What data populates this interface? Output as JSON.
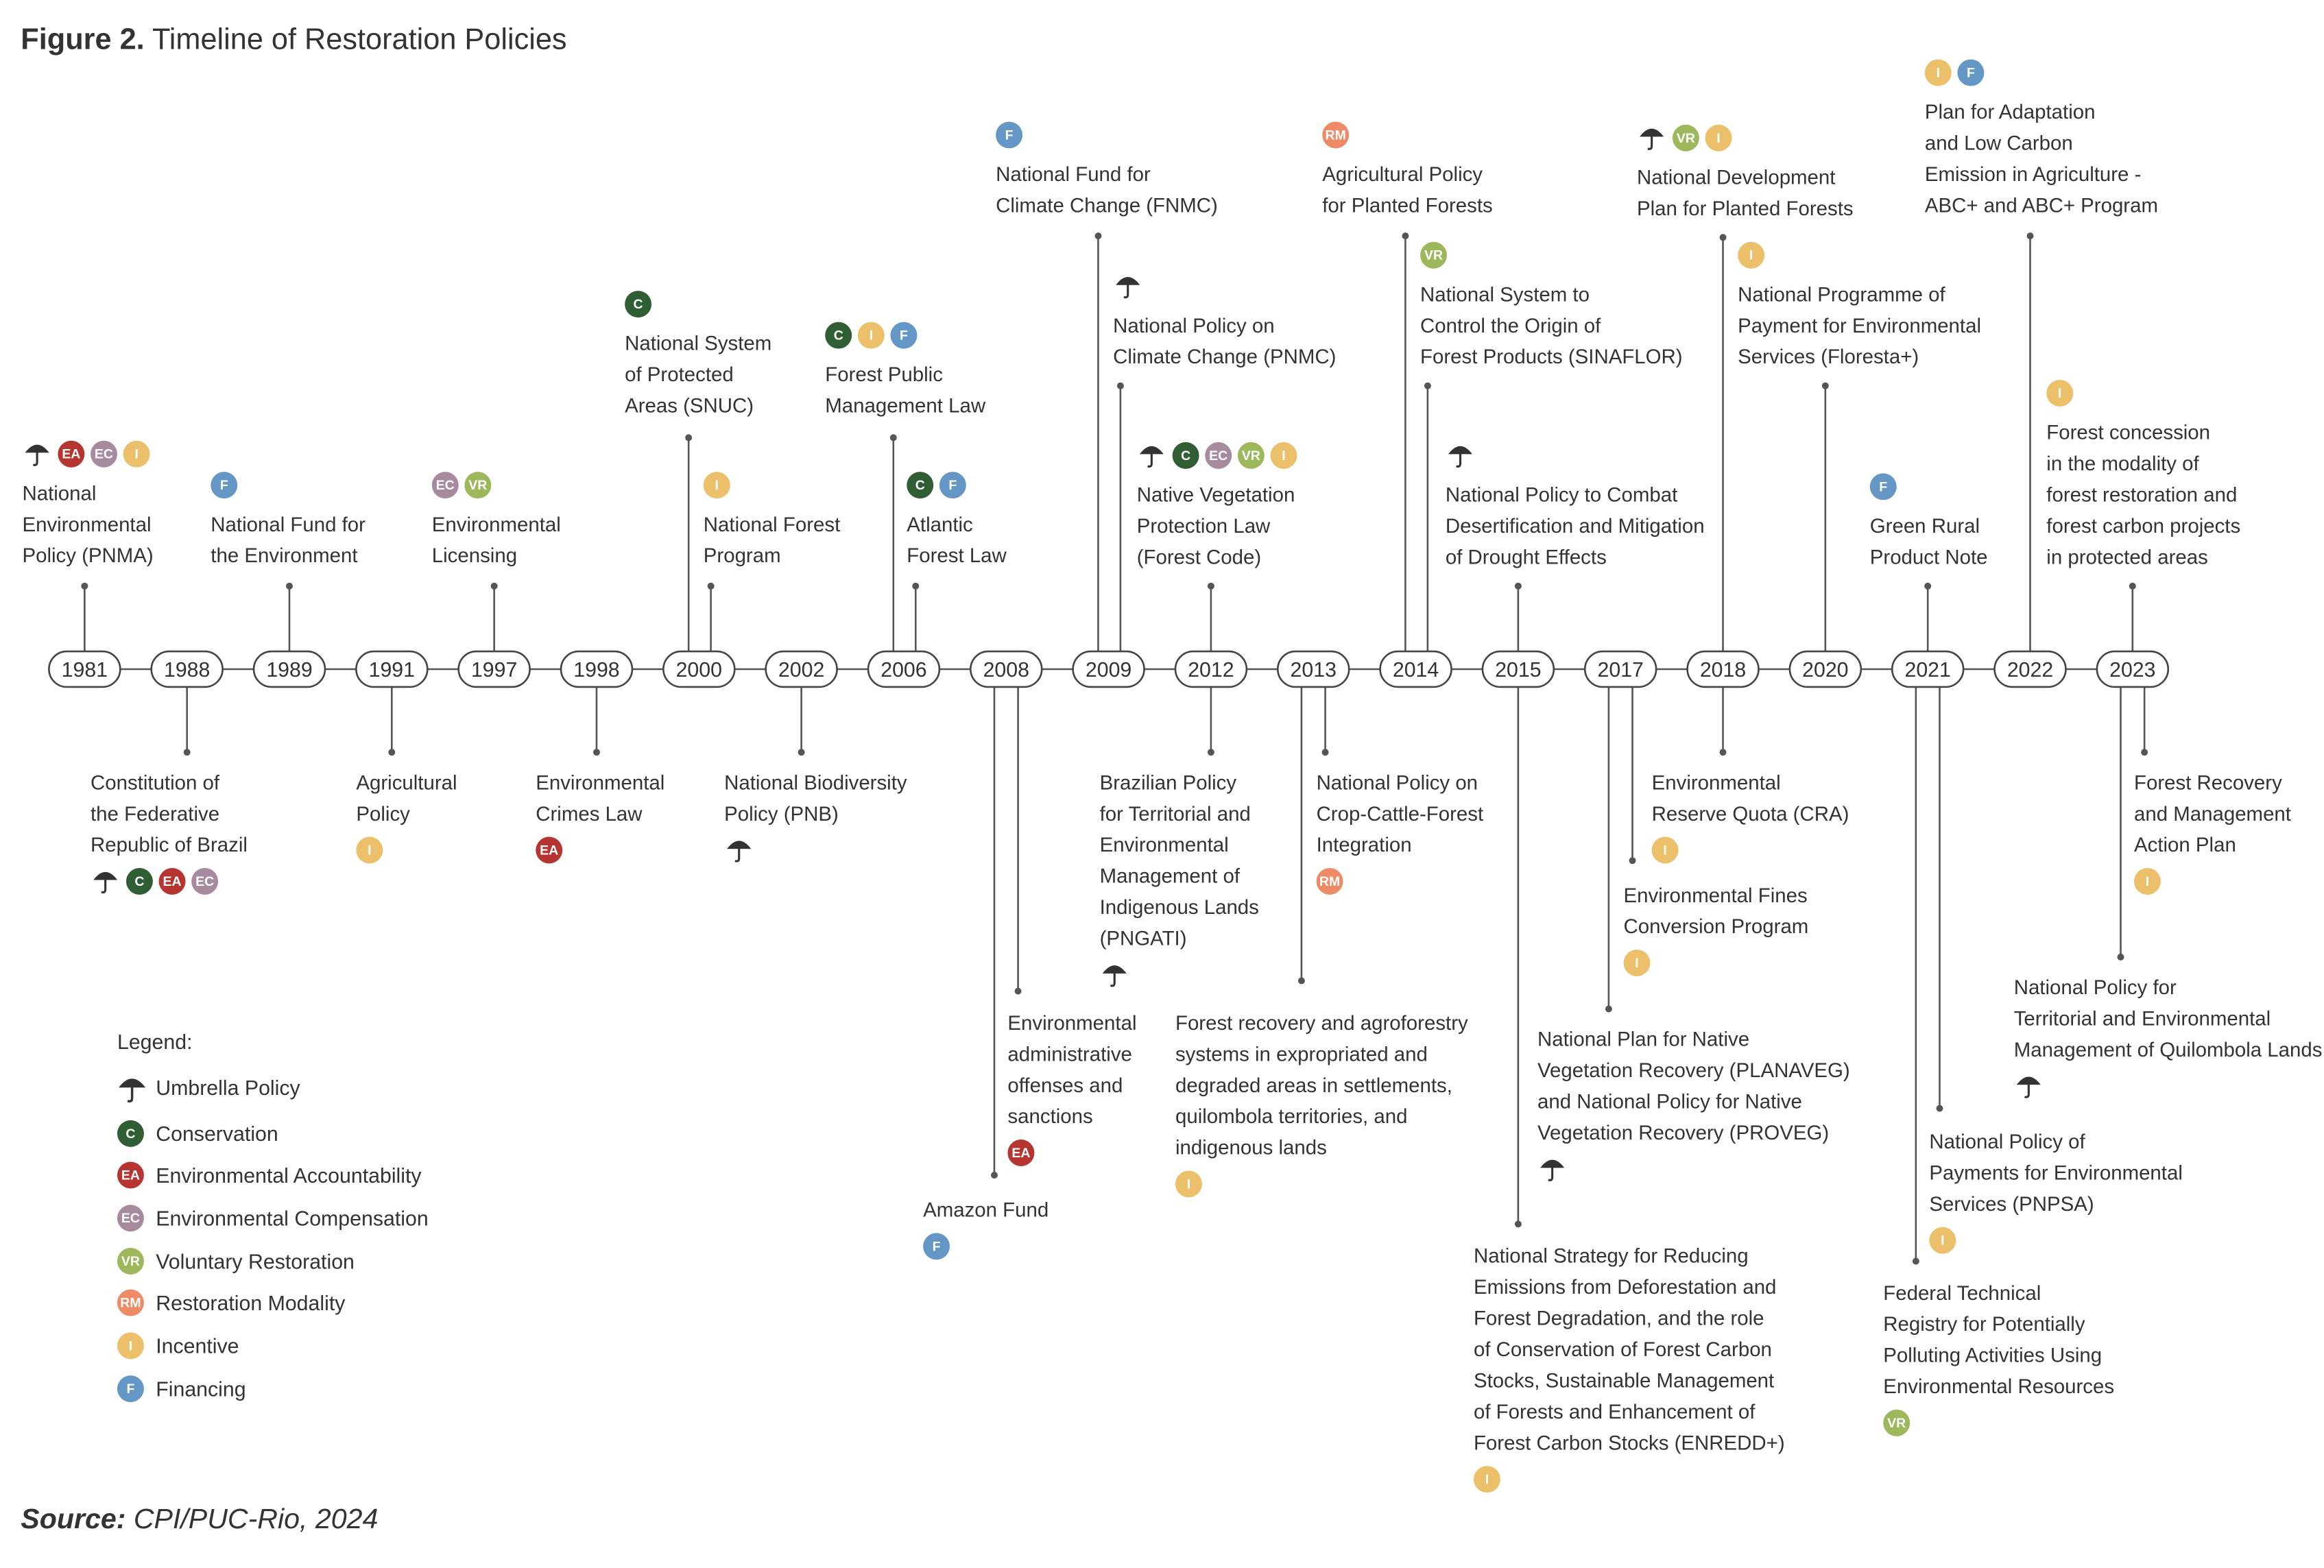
{
  "title_bold": "Figure 2.",
  "title": "Timeline of Restoration Policies",
  "source_bold": "Source:",
  "source": "CPI/PUC-Rio, 2024",
  "legend": {
    "title": "Legend:",
    "items": [
      {
        "code": "U",
        "label": "Umbrella Policy"
      },
      {
        "code": "C",
        "label": "Conservation"
      },
      {
        "code": "EA",
        "label": "Environmental Accountability"
      },
      {
        "code": "EC",
        "label": "Environmental Compensation"
      },
      {
        "code": "VR",
        "label": "Voluntary Restoration"
      },
      {
        "code": "RM",
        "label": "Restoration Modality"
      },
      {
        "code": "I",
        "label": "Incentive"
      },
      {
        "code": "F",
        "label": "Financing"
      }
    ]
  },
  "colors": {
    "C": "#2f5d34",
    "EA": "#b73530",
    "EC": "#a88a9f",
    "VR": "#9db85a",
    "RM": "#ee8a66",
    "I": "#ecbf6a",
    "F": "#6497c6",
    "U": "#333333",
    "line": "#555555"
  },
  "years": [
    "1981",
    "1988",
    "1989",
    "1991",
    "1997",
    "1998",
    "2000",
    "2002",
    "2006",
    "2008",
    "2009",
    "2012",
    "2013",
    "2014",
    "2015",
    "2017",
    "2018",
    "2020",
    "2021",
    "2022",
    "2023"
  ],
  "events": [
    {
      "year": "1981",
      "label": "National\nEnvironmental\nPolicy (PNMA)",
      "icons": [
        "U",
        "EA",
        "EC",
        "I"
      ]
    },
    {
      "year": "1988",
      "label": "Constitution of\nthe Federative\nRepublic of Brazil",
      "icons": [
        "U",
        "C",
        "EA",
        "EC"
      ]
    },
    {
      "year": "1989",
      "label": "National Fund for\nthe Environment",
      "icons": [
        "F"
      ]
    },
    {
      "year": "1991",
      "label": "Agricultural\nPolicy",
      "icons": [
        "I"
      ]
    },
    {
      "year": "1997",
      "label": "Environmental\nLicensing",
      "icons": [
        "EC",
        "VR"
      ]
    },
    {
      "year": "1998",
      "label": "Environmental\nCrimes Law",
      "icons": [
        "EA"
      ]
    },
    {
      "year": "2000",
      "label": "National System\nof Protected\nAreas (SNUC)",
      "icons": [
        "C"
      ]
    },
    {
      "year": "2000",
      "label": "National Forest\nProgram",
      "icons": [
        "I"
      ]
    },
    {
      "year": "2002",
      "label": "National Biodiversity\nPolicy (PNB)",
      "icons": [
        "U"
      ]
    },
    {
      "year": "2006",
      "label": "Forest Public\nManagement Law",
      "icons": [
        "C",
        "I",
        "F"
      ]
    },
    {
      "year": "2006",
      "label": "Atlantic\nForest Law",
      "icons": [
        "C",
        "F"
      ]
    },
    {
      "year": "2008",
      "label": "Environmental\nadministrative\noffenses and\nsanctions",
      "icons": [
        "EA"
      ]
    },
    {
      "year": "2008",
      "label": "Amazon Fund",
      "icons": [
        "F"
      ]
    },
    {
      "year": "2009",
      "label": "National Fund for\nClimate Change (FNMC)",
      "icons": [
        "F"
      ]
    },
    {
      "year": "2009",
      "label": "National Policy on\nClimate Change (PNMC)",
      "icons": [
        "U"
      ]
    },
    {
      "year": "2012",
      "label": "Native Vegetation\nProtection Law\n(Forest Code)",
      "icons": [
        "U",
        "C",
        "EC",
        "VR",
        "I"
      ]
    },
    {
      "year": "2012",
      "label": "Brazilian Policy\nfor Territorial and\nEnvironmental\nManagement of\nIndigenous Lands\n(PNGATI)",
      "icons": [
        "U"
      ]
    },
    {
      "year": "2013",
      "label": "National Policy on\nCrop-Cattle-Forest\nIntegration",
      "icons": [
        "RM"
      ]
    },
    {
      "year": "2013",
      "label": "Forest recovery and agroforestry\nsystems in expropriated and\ndegraded areas in settlements,\nquilombola territories, and\nindigenous lands",
      "icons": [
        "I"
      ]
    },
    {
      "year": "2014",
      "label": "Agricultural Policy\nfor Planted Forests",
      "icons": [
        "RM"
      ]
    },
    {
      "year": "2014",
      "label": "National System to\nControl the Origin of\nForest Products (SINAFLOR)",
      "icons": [
        "VR"
      ]
    },
    {
      "year": "2015",
      "label": "National Policy to Combat\nDesertification and Mitigation\nof Drought Effects",
      "icons": [
        "U"
      ]
    },
    {
      "year": "2015",
      "label": "National Strategy for Reducing\nEmissions from Deforestation and\nForest Degradation, and the role\nof Conservation of Forest Carbon\nStocks, Sustainable Management\nof Forests and Enhancement of\nForest Carbon Stocks (ENREDD+)",
      "icons": [
        "I"
      ]
    },
    {
      "year": "2017",
      "label": "Environmental Fines\nConversion Program",
      "icons": [
        "I"
      ]
    },
    {
      "year": "2017",
      "label": "National Plan for Native\nVegetation Recovery (PLANAVEG)\nand National Policy for Native\nVegetation Recovery (PROVEG)",
      "icons": [
        "U"
      ]
    },
    {
      "year": "2018",
      "label": "National Development\nPlan for Planted Forests",
      "icons": [
        "U",
        "VR",
        "I"
      ]
    },
    {
      "year": "2018",
      "label": "Environmental\nReserve Quota (CRA)",
      "icons": [
        "I"
      ]
    },
    {
      "year": "2020",
      "label": "National Programme of\nPayment for Environmental\nServices (Floresta+)",
      "icons": [
        "I"
      ]
    },
    {
      "year": "2021",
      "label": "Green Rural\nProduct Note",
      "icons": [
        "F"
      ]
    },
    {
      "year": "2021",
      "label": "National Policy of\nPayments for Environmental\nServices (PNPSA)",
      "icons": [
        "I"
      ]
    },
    {
      "year": "2021",
      "label": "Federal Technical\nRegistry for Potentially\nPolluting Activities Using\nEnvironmental Resources",
      "icons": [
        "VR"
      ]
    },
    {
      "year": "2022",
      "label": "Plan for Adaptation\nand Low Carbon\nEmission in Agriculture -\nABC+ and ABC+ Program",
      "icons": [
        "I",
        "F"
      ]
    },
    {
      "year": "2023",
      "label": "Forest concession\nin the modality of\nforest restoration and\nforest carbon projects\nin protected areas",
      "icons": [
        "I"
      ]
    },
    {
      "year": "2023",
      "label": "Forest Recovery\nand Management\nAction Plan",
      "icons": [
        "I"
      ]
    },
    {
      "year": "2023",
      "label": "National Policy for\nTerritorial and Environmental\nManagement of Quilombola Lands",
      "icons": [
        "U"
      ]
    }
  ]
}
